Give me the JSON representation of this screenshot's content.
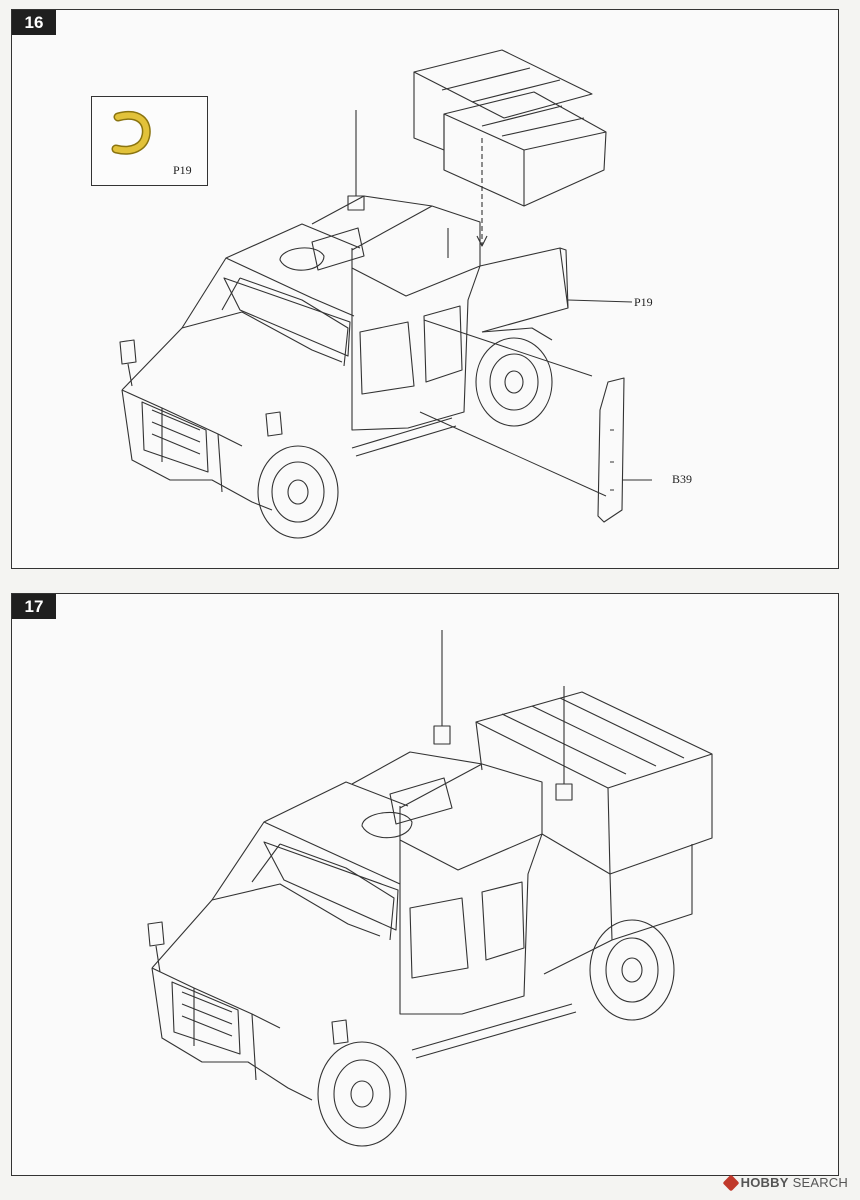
{
  "steps": [
    {
      "number": "16",
      "labels": {
        "inset_part": "P19",
        "roof_part": "P19",
        "side_part": "B39"
      }
    },
    {
      "number": "17"
    }
  ],
  "watermark": {
    "brand": "HOBBY",
    "suffix": "SEARCH"
  },
  "colors": {
    "badge": "#1f1f1f",
    "line": "#333333",
    "part_highlight": "#d8b636"
  },
  "icons": {
    "watermark_logo": "hobby-search-logo-icon"
  }
}
